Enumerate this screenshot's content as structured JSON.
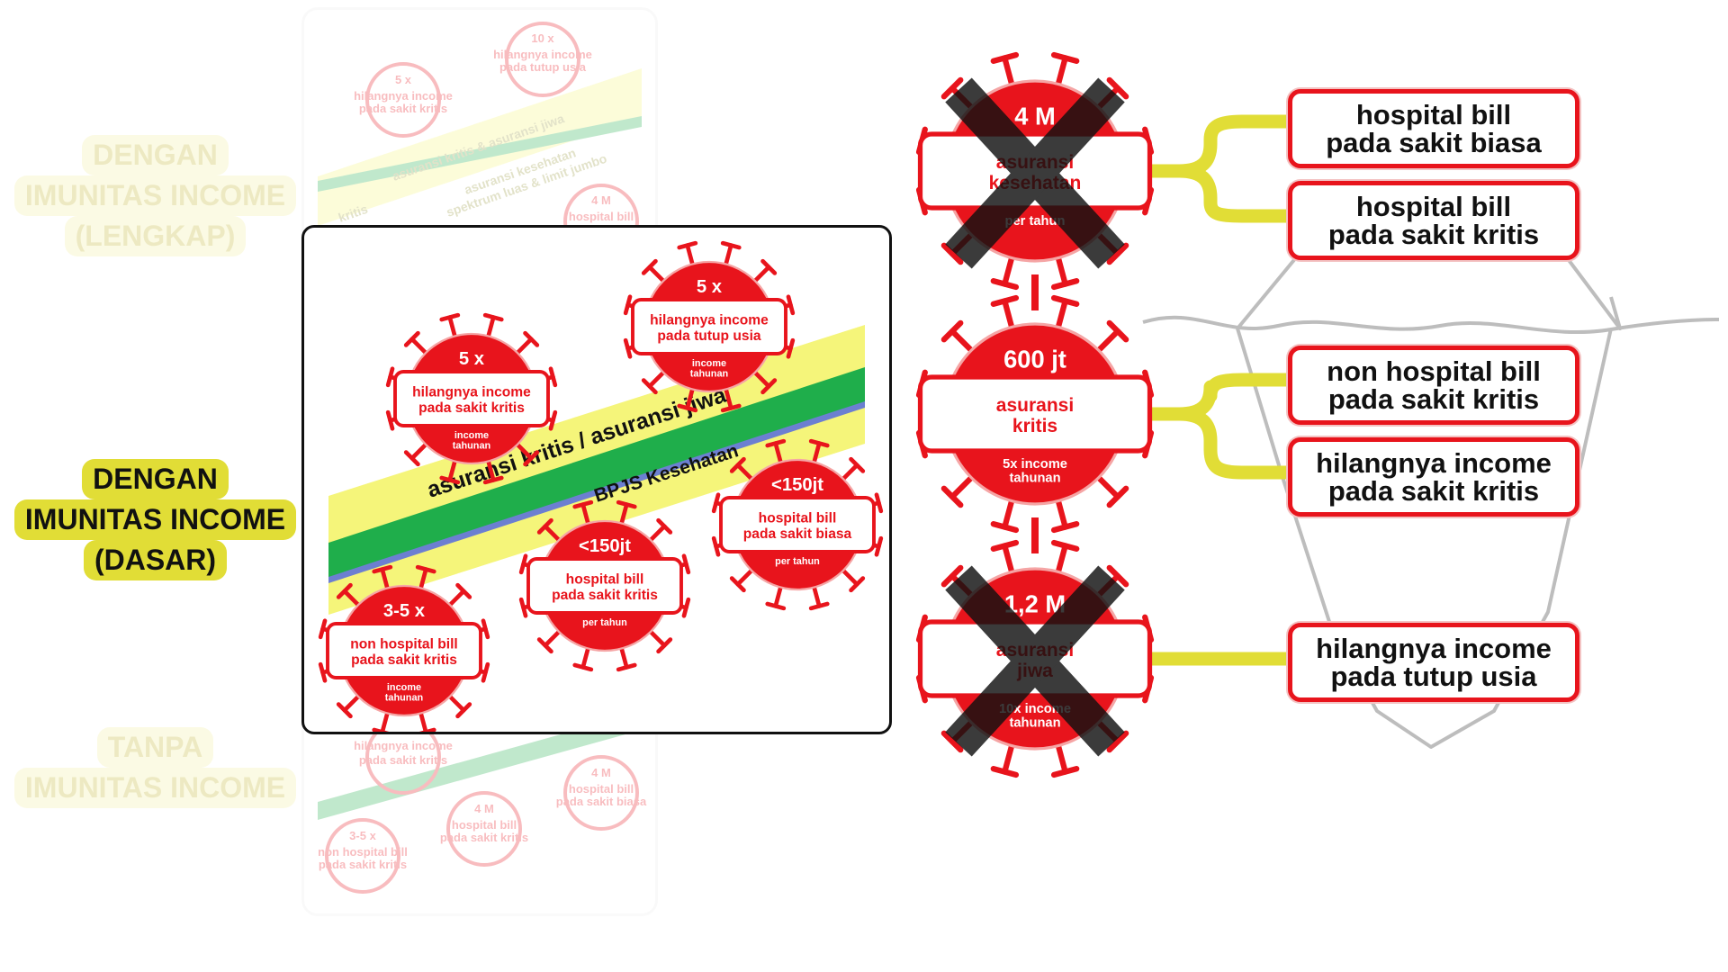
{
  "labels": {
    "lengkap": [
      "DENGAN",
      "IMUNITAS INCOME",
      "(LENGKAP)"
    ],
    "dasar": [
      "DENGAN",
      "IMUNITAS INCOME",
      "(DASAR)"
    ],
    "tanpa": [
      "TANPA",
      "IMUNITAS INCOME"
    ]
  },
  "panel": {
    "band_top": "asuransi kritis / asuransi jiwa",
    "band_bottom": "BPJS Kesehatan",
    "viruses": [
      {
        "id": "v1",
        "top": "5 x",
        "mid": [
          "hilangnya income",
          "pada sakit kritis"
        ],
        "bottom": [
          "income",
          "tahunan"
        ]
      },
      {
        "id": "v2",
        "top": "5 x",
        "mid": [
          "hilangnya income",
          "pada tutup usia"
        ],
        "bottom": [
          "income",
          "tahunan"
        ]
      },
      {
        "id": "v3",
        "top": "<150jt",
        "mid": [
          "hospital bill",
          "pada sakit biasa"
        ],
        "bottom": [
          "per tahun"
        ]
      },
      {
        "id": "v4",
        "top": "<150jt",
        "mid": [
          "hospital bill",
          "pada sakit kritis"
        ],
        "bottom": [
          "per tahun"
        ]
      },
      {
        "id": "v5",
        "top": "3-5 x",
        "mid": [
          "non hospital bill",
          "pada sakit kritis"
        ],
        "bottom": [
          "income",
          "tahunan"
        ]
      }
    ]
  },
  "ghost_panel": {
    "top_texts": [
      "5 x",
      "hilangnya income",
      "pada sakit kritis",
      "10 x",
      "hilangnya income",
      "pada tutup usia",
      "asuransi kritis & asuransi jiwa",
      "asuransi kesehatan",
      "spektrum luas & limit jumbo",
      "kritis",
      "4 M",
      "hospital bill"
    ],
    "bottom_texts": [
      "hilangnya income",
      "pada sakit kritis",
      "4 M",
      "hospital bill",
      "pada sakit biasa",
      "4 M",
      "hospital bill",
      "pada sakit kritis",
      "3-5 x",
      "non hospital bill",
      "pada sakit kritis"
    ]
  },
  "big_viruses": [
    {
      "id": "kesehatan",
      "top": "4 M",
      "mid": [
        "asuransi",
        "kesehatan"
      ],
      "bottom": [
        "per tahun"
      ],
      "crossed": true
    },
    {
      "id": "kritis",
      "top": "600 jt",
      "mid": [
        "asuransi",
        "kritis"
      ],
      "bottom": [
        "5x income",
        "tahunan"
      ],
      "crossed": false
    },
    {
      "id": "jiwa",
      "top": "1,2 M",
      "mid": [
        "asuransi",
        "jiwa"
      ],
      "bottom": [
        "10x income",
        "tahunan"
      ],
      "crossed": true
    }
  ],
  "right_boxes": [
    [
      "hospital bill",
      "pada sakit biasa"
    ],
    [
      "hospital bill",
      "pada sakit kritis"
    ],
    [
      "non hospital bill",
      "pada sakit kritis"
    ],
    [
      "hilangnya income",
      "pada sakit kritis"
    ],
    [
      "hilangnya income",
      "pada tutup usia"
    ]
  ],
  "colors": {
    "red": "#e8141c",
    "yellow": "#f5f57a",
    "green": "#1fae4b",
    "blue": "#6c7fd1",
    "connector": "#e1dd36"
  }
}
